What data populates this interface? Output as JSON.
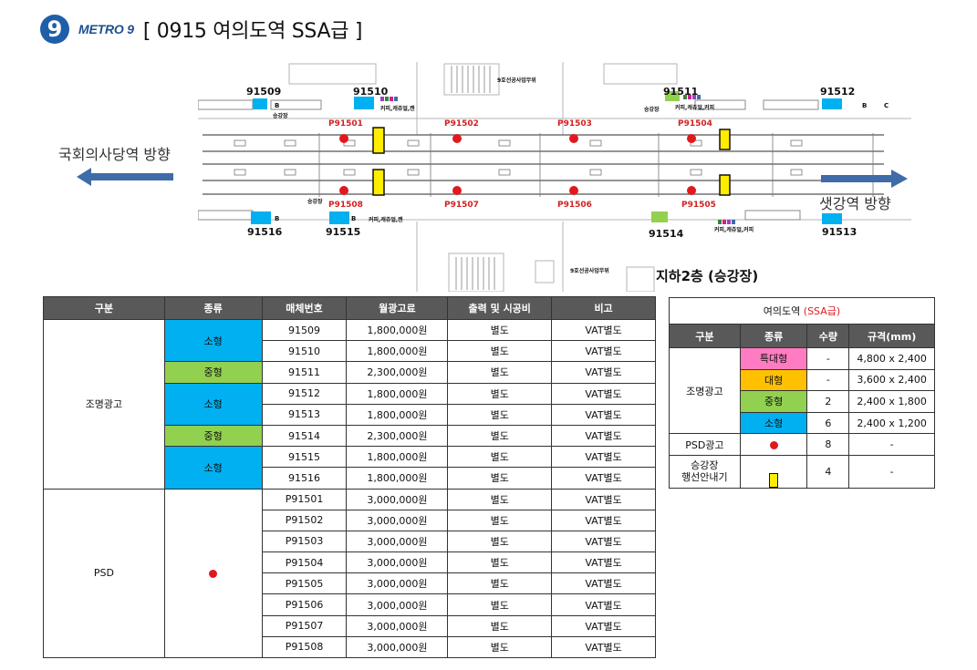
{
  "header": {
    "logo_number": "9",
    "logo_text": "METRO 9",
    "title": "[ 0915  여의도역 SSA급 ]"
  },
  "diagram": {
    "direction_left": "국회의사당역 방향",
    "direction_right": "샛강역 방향",
    "floor_label": "지하2층 (승강장)",
    "top_ad_codes": [
      "91509",
      "91510",
      "91511",
      "91512"
    ],
    "bottom_ad_codes": [
      "91516",
      "91515",
      "91514",
      "91513"
    ],
    "top_psd_codes": [
      "P91501",
      "P91502",
      "P91503",
      "P91504"
    ],
    "bottom_psd_codes": [
      "P91508",
      "P91507",
      "P91506",
      "P91505"
    ],
    "misc_labels": {
      "seunggangjang_1": "승강장",
      "seunggangjang_2": "승강장",
      "seunggangjang_3": "승강장",
      "coffee_1": "커피,캐쥬얼,캔",
      "coffee_2": "커피,캐쥬얼,캔",
      "coffee_3": "커피,캐쥬얼,커피",
      "coffee_4": "커피,캐쥬얼,커피",
      "office_top": "9호선공사업무위",
      "office_bottom": "9호선공사업무위",
      "b1": "B",
      "b2": "B",
      "b3": "B",
      "b4": "B",
      "c1": "C"
    },
    "colors": {
      "blue_box": "#00b0f0",
      "green_box": "#92d050",
      "arrow": "#3f6ca8",
      "psd_dot": "#e0191f",
      "guide_bar": "#ffed00"
    }
  },
  "main_table": {
    "headers": [
      "구분",
      "종류",
      "매체번호",
      "월광고료",
      "출력 및 시공비",
      "비고"
    ],
    "group_1": "조명광고",
    "group_2": "PSD",
    "type_small": "소형",
    "type_medium": "중형",
    "rows": [
      {
        "no": "91509",
        "fee": "1,800,000원",
        "output": "별도",
        "note": "VAT별도"
      },
      {
        "no": "91510",
        "fee": "1,800,000원",
        "output": "별도",
        "note": "VAT별도"
      },
      {
        "no": "91511",
        "fee": "2,300,000원",
        "output": "별도",
        "note": "VAT별도"
      },
      {
        "no": "91512",
        "fee": "1,800,000원",
        "output": "별도",
        "note": "VAT별도"
      },
      {
        "no": "91513",
        "fee": "1,800,000원",
        "output": "별도",
        "note": "VAT별도"
      },
      {
        "no": "91514",
        "fee": "2,300,000원",
        "output": "별도",
        "note": "VAT별도"
      },
      {
        "no": "91515",
        "fee": "1,800,000원",
        "output": "별도",
        "note": "VAT별도"
      },
      {
        "no": "91516",
        "fee": "1,800,000원",
        "output": "별도",
        "note": "VAT별도"
      },
      {
        "no": "P91501",
        "fee": "3,000,000원",
        "output": "별도",
        "note": "VAT별도"
      },
      {
        "no": "P91502",
        "fee": "3,000,000원",
        "output": "별도",
        "note": "VAT별도"
      },
      {
        "no": "P91503",
        "fee": "3,000,000원",
        "output": "별도",
        "note": "VAT별도"
      },
      {
        "no": "P91504",
        "fee": "3,000,000원",
        "output": "별도",
        "note": "VAT별도"
      },
      {
        "no": "P91505",
        "fee": "3,000,000원",
        "output": "별도",
        "note": "VAT별도"
      },
      {
        "no": "P91506",
        "fee": "3,000,000원",
        "output": "별도",
        "note": "VAT별도"
      },
      {
        "no": "P91507",
        "fee": "3,000,000원",
        "output": "별도",
        "note": "VAT별도"
      },
      {
        "no": "P91508",
        "fee": "3,000,000원",
        "output": "별도",
        "note": "VAT별도"
      }
    ]
  },
  "legend_table": {
    "caption_station": "여의도역 ",
    "caption_grade": "(SSA급)",
    "headers": [
      "구분",
      "종류",
      "수량",
      "규격(mm)"
    ],
    "group_lit": "조명광고",
    "rows_lit": [
      {
        "type": "특대형",
        "qty": "-",
        "spec": "4,800 x 2,400"
      },
      {
        "type": "대형",
        "qty": "-",
        "spec": "3,600 x 2,400"
      },
      {
        "type": "중형",
        "qty": "2",
        "spec": "2,400 x 1,800"
      },
      {
        "type": "소형",
        "qty": "6",
        "spec": "2,400 x 1,200"
      }
    ],
    "psd_label": "PSD광고",
    "psd_qty": "8",
    "psd_spec": "-",
    "guide_label_1": "승강장",
    "guide_label_2": "행선안내기",
    "guide_qty": "4",
    "guide_spec": "-"
  }
}
